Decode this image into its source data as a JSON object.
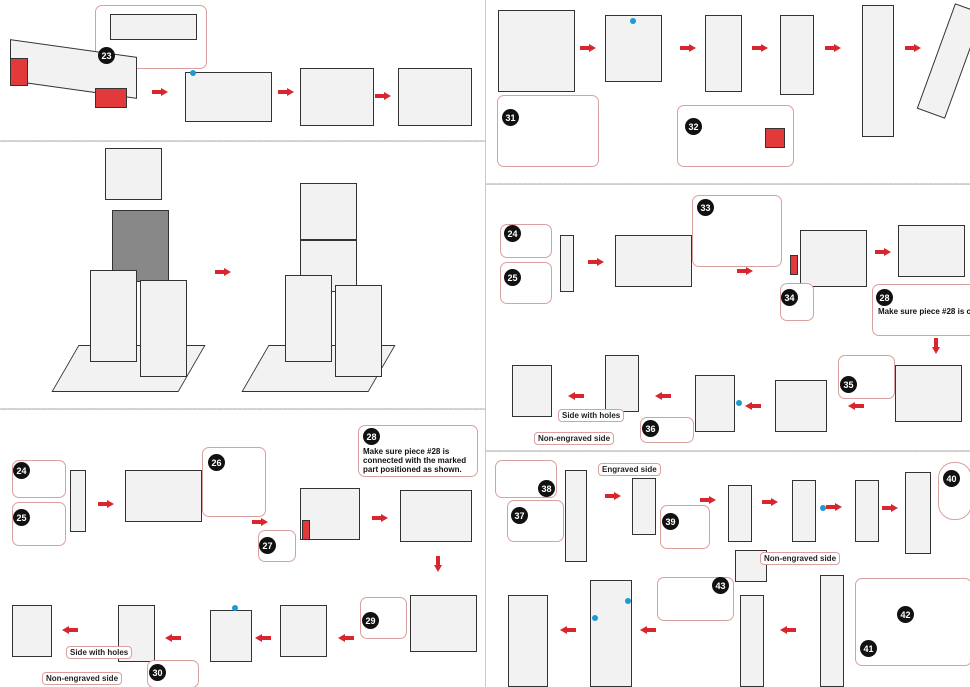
{
  "steps": {
    "s23": "23",
    "s24a": "24",
    "s25a": "25",
    "s26": "26",
    "s27": "27",
    "s28a": "28",
    "s29": "29",
    "s30": "30",
    "s31": "31",
    "s32": "32",
    "s24b": "24",
    "s25b": "25",
    "s33": "33",
    "s34": "34",
    "s28b": "28",
    "s35": "35",
    "s36": "36",
    "s37": "37",
    "s38": "38",
    "s39": "39",
    "s40": "40",
    "s41": "41",
    "s42": "42",
    "s43": "43"
  },
  "notes": {
    "note28": "Make sure piece #28 is connected with the marked part positioned as shown.",
    "side_with_holes": "Side with holes",
    "non_engraved_side": "Non-engraved side",
    "engraved_side": "Engraved side"
  },
  "colors": {
    "accent": "#d8262c",
    "marker": "#1a9ad6",
    "callout_border": "#d9a0a0"
  }
}
